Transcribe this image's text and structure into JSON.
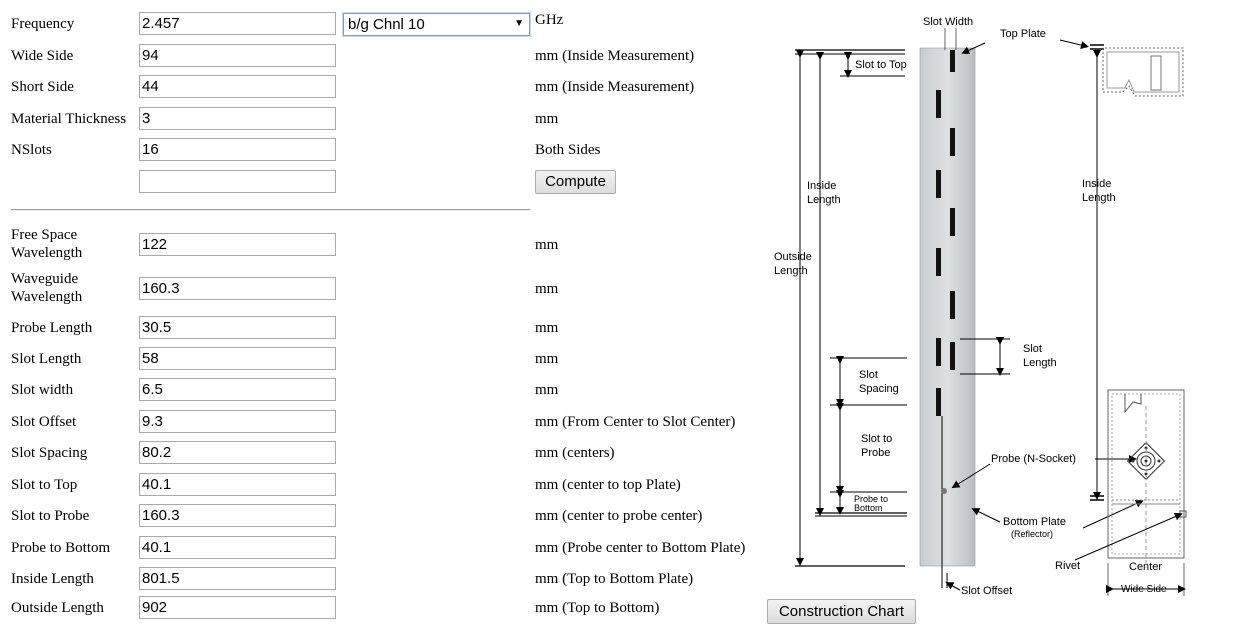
{
  "inputs": {
    "frequency": {
      "label": "Frequency",
      "value": "2.457",
      "unit": "GHz"
    },
    "channel": {
      "selected": "b/g Chnl 10"
    },
    "wide_side": {
      "label": "Wide Side",
      "value": "94",
      "unit": "mm (Inside Measurement)"
    },
    "short_side": {
      "label": "Short Side",
      "value": "44",
      "unit": "mm (Inside Measurement)"
    },
    "material_thickness": {
      "label": "Material Thickness",
      "value": "3",
      "unit": "mm"
    },
    "nslots": {
      "label": "NSlots",
      "value": "16",
      "unit": "Both Sides"
    },
    "extra": {
      "value": ""
    },
    "compute_label": "Compute"
  },
  "results": [
    {
      "label": "Free Space Wavelength",
      "value": "122",
      "unit": "mm"
    },
    {
      "label": "Waveguide Wavelength",
      "value": "160.3",
      "unit": "mm"
    },
    {
      "label": "Probe Length",
      "value": "30.5",
      "unit": "mm"
    },
    {
      "label": "Slot Length",
      "value": "58",
      "unit": "mm"
    },
    {
      "label": "Slot width",
      "value": "6.5",
      "unit": "mm"
    },
    {
      "label": "Slot Offset",
      "value": "9.3",
      "unit": "mm (From Center to Slot Center)"
    },
    {
      "label": "Slot Spacing",
      "value": "80.2",
      "unit": "mm (centers)"
    },
    {
      "label": "Slot to Top",
      "value": "40.1",
      "unit": "mm (center to top Plate)"
    },
    {
      "label": "Slot to Probe",
      "value": "160.3",
      "unit": "mm (center to probe center)"
    },
    {
      "label": "Probe to Bottom",
      "value": "40.1",
      "unit": "mm (Probe center to Bottom Plate)"
    },
    {
      "label": "Inside Length",
      "value": "801.5",
      "unit": "mm (Top to Bottom Plate)"
    },
    {
      "label": "Outside Length",
      "value": "902",
      "unit": "mm (Top to Bottom)"
    }
  ],
  "diagram": {
    "slot_width": "Slot Width",
    "top_plate": "Top Plate",
    "slot_to_top": "Slot to Top",
    "inside_length_1": "Inside",
    "inside_length_2": "Length",
    "outside_length_1": "Outside",
    "outside_length_2": "Length",
    "slot_length_1": "Slot",
    "slot_length_2": "Length",
    "slot_spacing_1": "Slot",
    "slot_spacing_2": "Spacing",
    "slot_to_probe_1": "Slot to",
    "slot_to_probe_2": "Probe",
    "probe_to_bottom_1": "Probe to",
    "probe_to_bottom_2": "Bottom",
    "probe_socket": "Probe (N-Socket)",
    "bottom_plate_1": "Bottom Plate",
    "bottom_plate_2": "(Reflector)",
    "rivet": "Rivet",
    "center": "Center",
    "wide_side": "Wide Side",
    "slot_offset": "Slot Offset"
  },
  "construction_chart_label": "Construction Chart"
}
